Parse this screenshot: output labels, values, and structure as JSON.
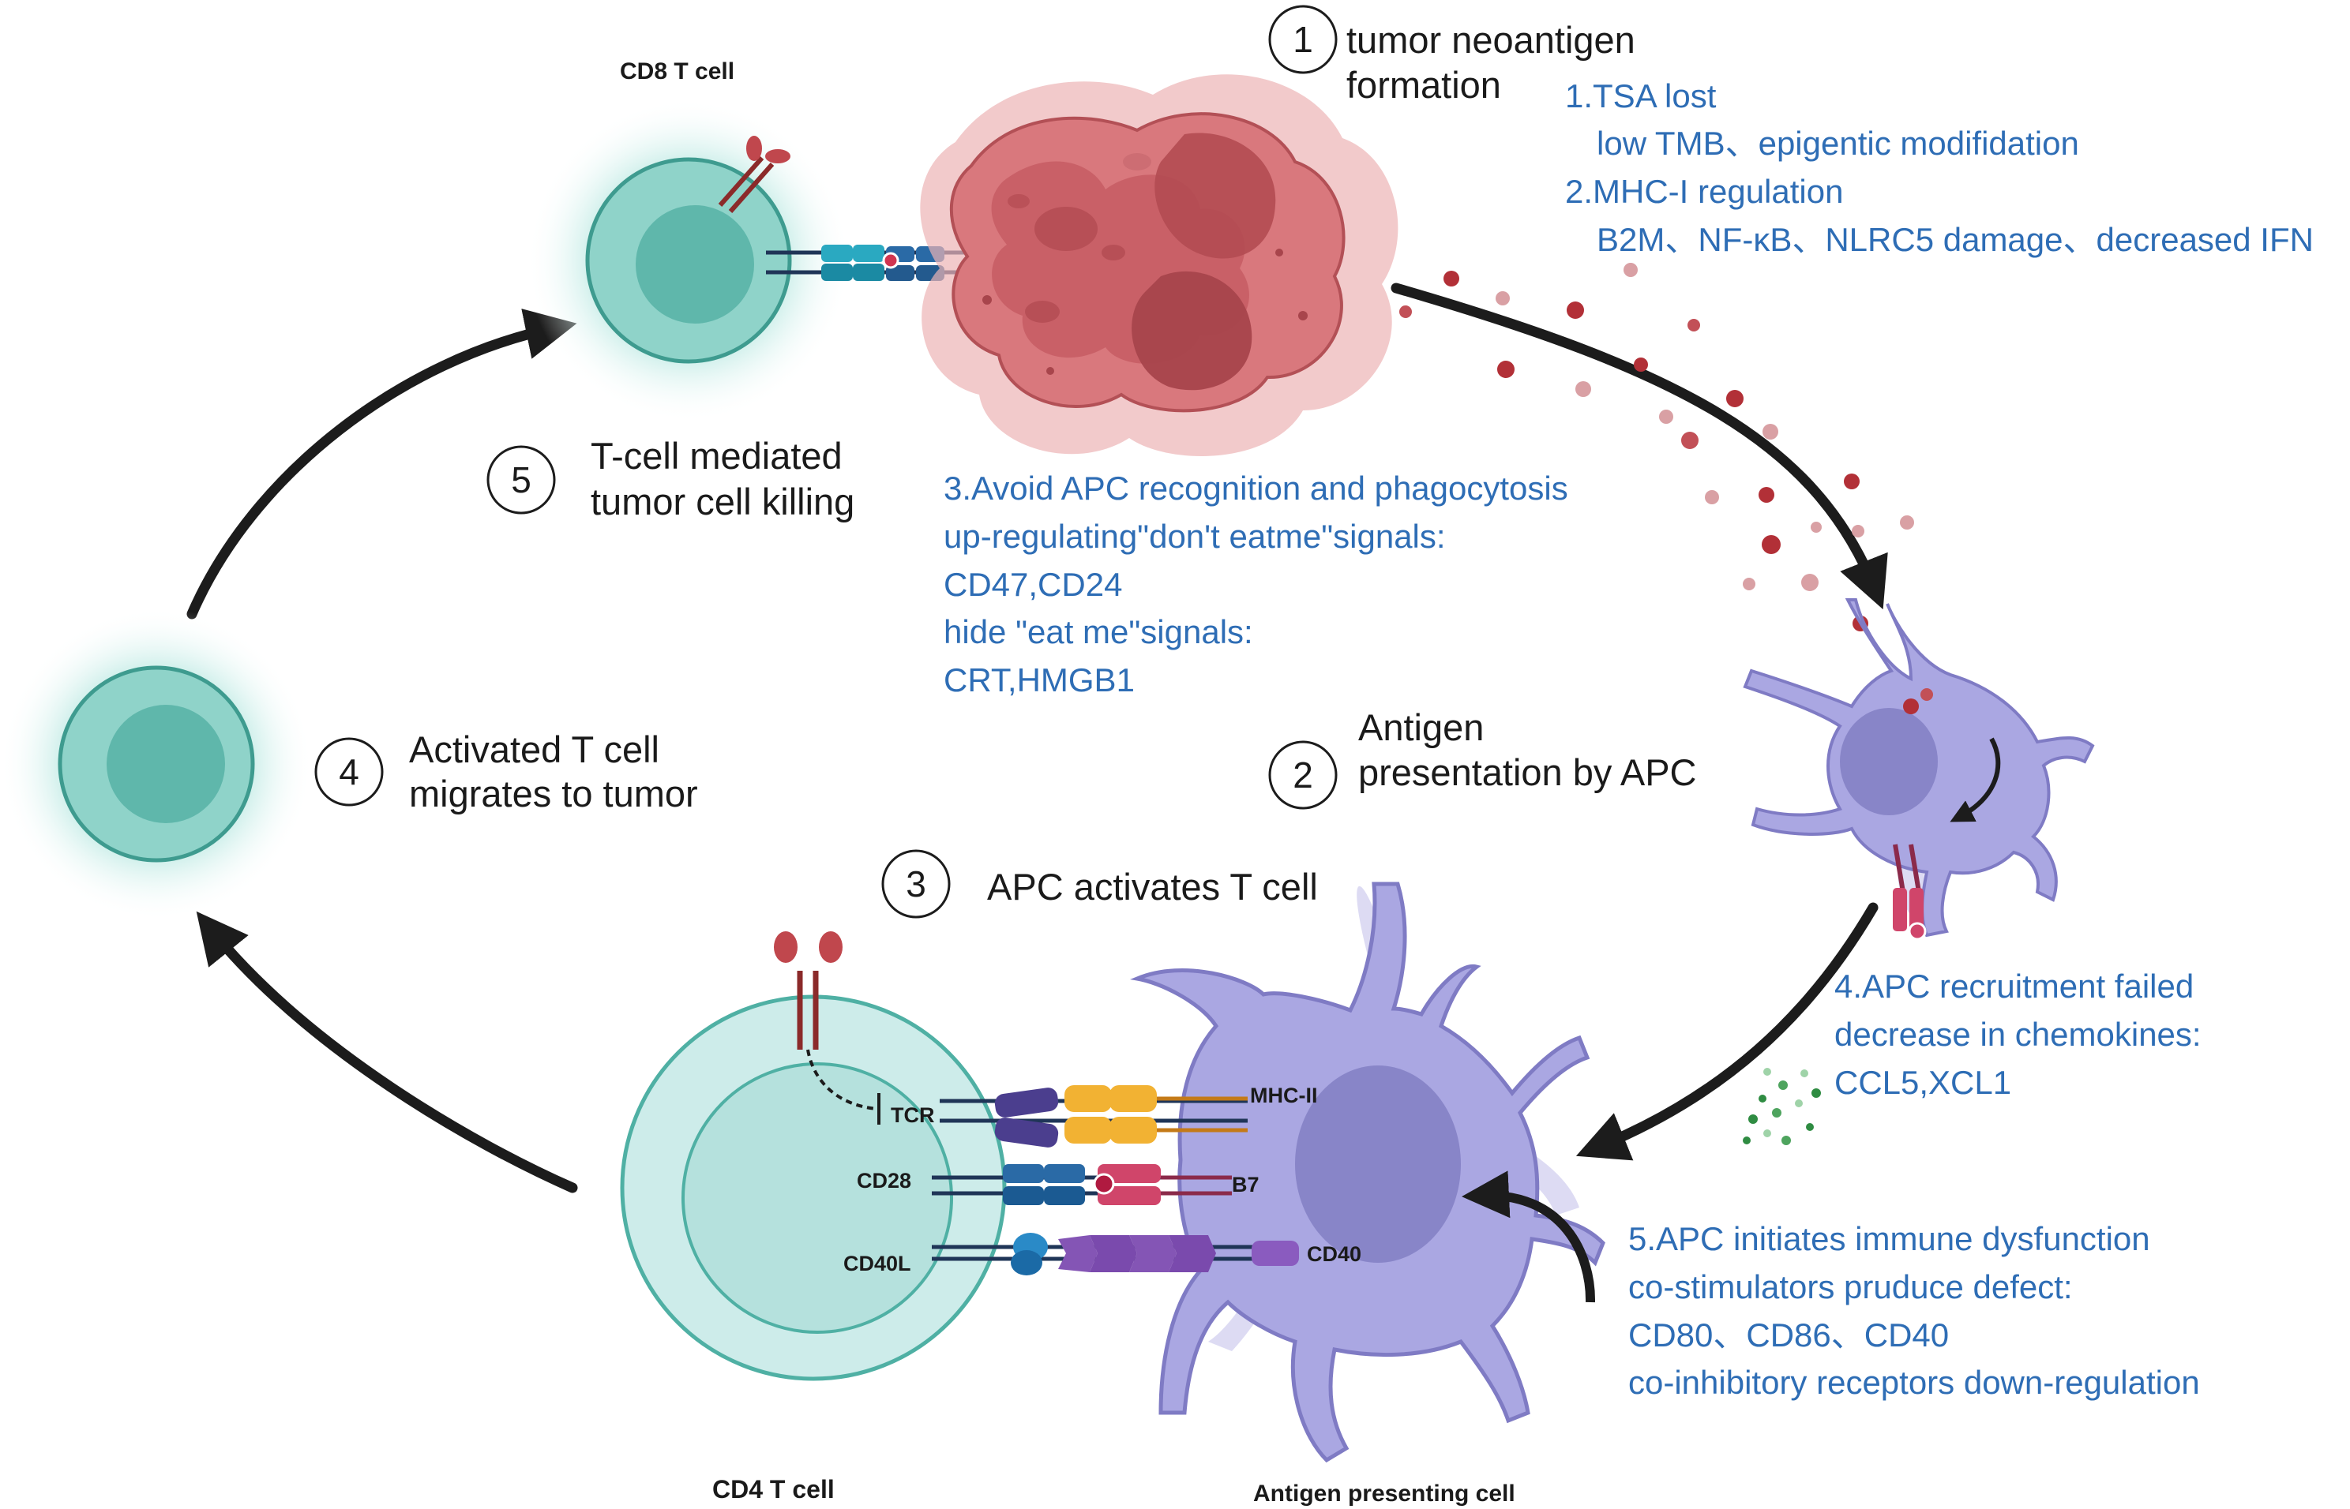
{
  "steps": {
    "s1": {
      "num": "1",
      "line1": "tumor neoantigen",
      "line2": "formation"
    },
    "s2": {
      "num": "2",
      "line1": "Antigen",
      "line2": "presentation by APC"
    },
    "s3": {
      "num": "3",
      "line1": "APC activates T cell"
    },
    "s4": {
      "num": "4",
      "line1": "Activated T cell",
      "line2": "migrates to tumor"
    },
    "s5": {
      "num": "5",
      "line1": "T-cell mediated",
      "line2": "tumor cell killing"
    }
  },
  "notes": {
    "n1": [
      "1.TSA lost",
      "low TMB、epigentic modifidation",
      "2.MHC-I regulation",
      "B2M、NF-κB、NLRC5 damage、decreased IFN"
    ],
    "n3": [
      "3.Avoid APC recognition and phagocytosis",
      "up-regulating\"don't eatme\"signals:",
      "CD47,CD24",
      "hide \"eat me\"signals:",
      "CRT,HMGB1"
    ],
    "n4": [
      "4.APC recruitment failed",
      "decrease in chemokines:",
      "CCL5,XCL1"
    ],
    "n5": [
      "5.APC initiates immune dysfunction",
      "co-stimulators pruduce defect:",
      "CD80、CD86、CD40",
      "co-inhibitory receptors down-regulation"
    ]
  },
  "labels": {
    "cd8": "CD8 T cell",
    "cd4": "CD4 T cell",
    "apc": "Antigen presenting cell",
    "tcr": "TCR",
    "mhc2": "MHC-II",
    "cd28": "CD28",
    "b7": "B7",
    "cd40l": "CD40L",
    "cd40": "CD40"
  },
  "colors": {
    "note_text": "#2e6db5",
    "t_cell": "#4fb0a4",
    "tumor": "#c8636a",
    "apc": "#a9a6e0",
    "arrow": "#1c1c1c"
  }
}
